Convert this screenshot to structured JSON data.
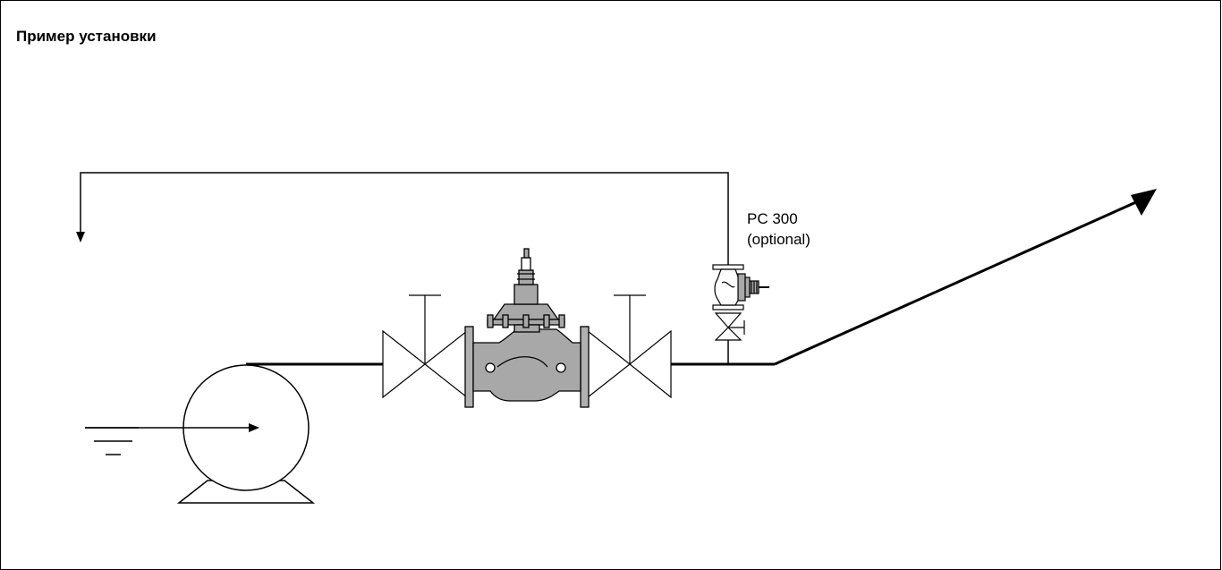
{
  "title": "Пример установки",
  "pc_label": "PC 300",
  "pc_sub": "(optional)",
  "colors": {
    "line": "#000000",
    "valve_body": "#a8a8a8",
    "flange": "#b0b0b0",
    "background": "#ffffff"
  }
}
